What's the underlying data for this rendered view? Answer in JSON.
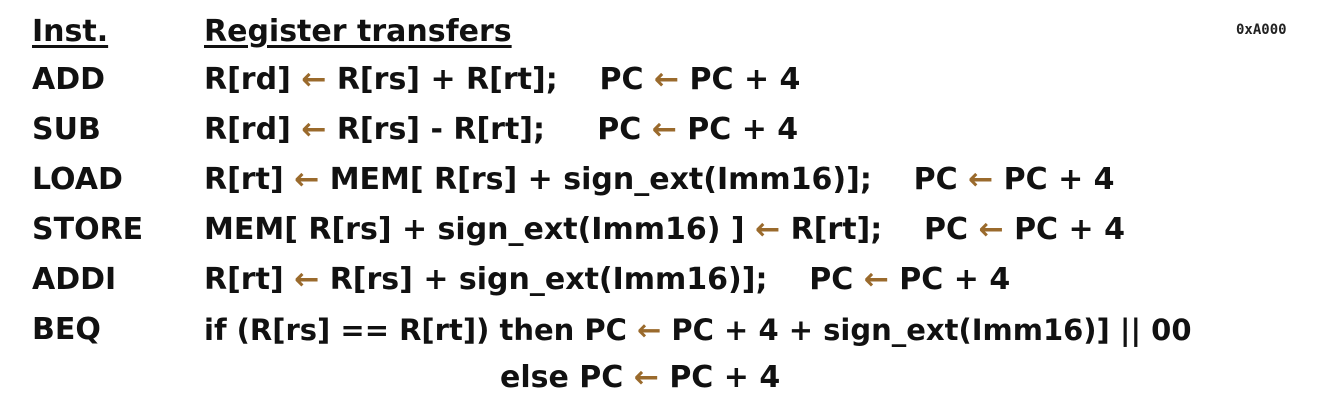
{
  "header": {
    "col1": "Inst.",
    "col2": "Register transfers",
    "address": "0xA000"
  },
  "arrow": "←",
  "rows": [
    {
      "inst": "ADD",
      "parts": [
        "R[rd] ",
        " R[rs] + R[rt];    PC ",
        " PC + 4"
      ]
    },
    {
      "inst": "SUB",
      "parts": [
        "R[rd] ",
        " R[rs] - R[rt];     PC ",
        " PC + 4"
      ]
    },
    {
      "inst": "LOAD",
      "parts": [
        "R[rt] ",
        " MEM[ R[rs] + sign_ext(Imm16)];    PC ",
        " PC + 4"
      ]
    },
    {
      "inst": "STORE",
      "parts": [
        "MEM[ R[rs] + sign_ext(Imm16) ] ",
        " R[rt];    PC ",
        " PC + 4"
      ]
    },
    {
      "inst": "ADDI",
      "parts": [
        "R[rt] ",
        " R[rs] + sign_ext(Imm16)];    PC ",
        " PC + 4"
      ]
    },
    {
      "inst": "BEQ",
      "parts": [
        "if (R[rs] == R[rt]) then PC ",
        " PC + 4 + sign_ext(Imm16)] || 00"
      ]
    }
  ],
  "beq_else": [
    "else PC ",
    " PC + 4"
  ]
}
